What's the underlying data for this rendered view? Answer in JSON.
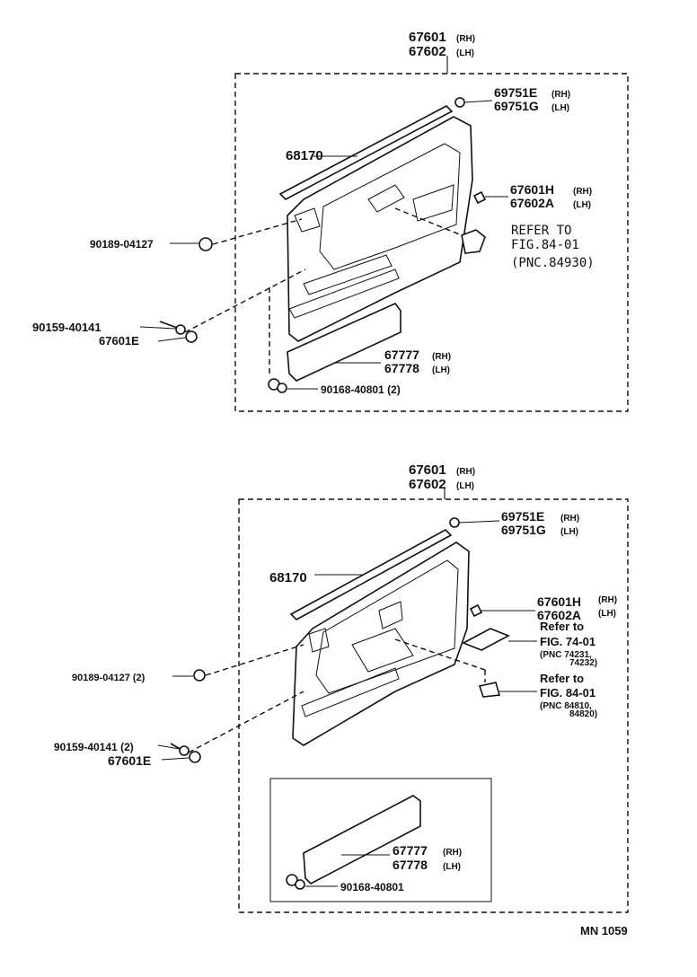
{
  "top": {
    "panel": {
      "num1": "67601",
      "suf1": "(RH)",
      "num2": "67602",
      "suf2": "(LH)"
    },
    "clip": {
      "num1": "69751E",
      "suf1": "(RH)",
      "num2": "69751G",
      "suf2": "(LH)"
    },
    "weatherstrip": "68170",
    "retainer": {
      "num1": "67601H",
      "suf1": "(RH)",
      "num2": "67602A",
      "suf2": "(LH)"
    },
    "refer": {
      "line1": "REFER TO",
      "line2": "FIG.84-01",
      "line3": "(PNC.84930)"
    },
    "screw1": "90189-04127",
    "screw2": "90159-40141",
    "cap": "67601E",
    "pocket": {
      "num1": "67777",
      "suf1": "(RH)",
      "num2": "67778",
      "suf2": "(LH)"
    },
    "clip2": "90168-40801 (2)"
  },
  "bottom": {
    "panel": {
      "num1": "67601",
      "suf1": "(RH)",
      "num2": "67602",
      "suf2": "(LH)"
    },
    "clip": {
      "num1": "69751E",
      "suf1": "(RH)",
      "num2": "69751G",
      "suf2": "(LH)"
    },
    "weatherstrip": "68170",
    "retainer": {
      "num1": "67601H",
      "suf1": "(RH)",
      "num2": "67602A",
      "suf2": "(LH)"
    },
    "refer1": {
      "line1": "Refer to",
      "line2": "FIG. 74-01",
      "pnc_a": "(PNC 74231,",
      "pnc_b": "74232)"
    },
    "refer2": {
      "line1": "Refer to",
      "line2": "FIG. 84-01",
      "pnc_a": "(PNC 84810,",
      "pnc_b": "84820)"
    },
    "screw1": "90189-04127 (2)",
    "screw2": "90159-40141 (2)",
    "cap": "67601E",
    "pocket": {
      "num1": "67777",
      "suf1": "(RH)",
      "num2": "67778",
      "suf2": "(LH)"
    },
    "clip2": "90168-40801"
  },
  "footer": {
    "code": "MN  1059"
  }
}
